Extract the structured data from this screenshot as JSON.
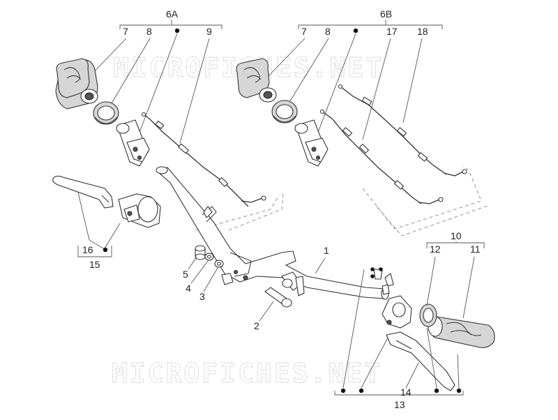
{
  "watermark": "MICROFICHES.NET",
  "colors": {
    "line": "#333333",
    "label": "#222222",
    "watermark": "#cfcfcf"
  },
  "callouts": {
    "group_6a": "6A",
    "group_6b": "6B",
    "group_10": "10",
    "group_13": "13",
    "group_15": "15",
    "p1": "1",
    "p2": "2",
    "p3": "3",
    "p4": "4",
    "p5": "5",
    "a7": "7",
    "a8": "8",
    "a9": "9",
    "b7": "7",
    "b8": "8",
    "b17": "17",
    "b18": "18",
    "p11": "11",
    "p12": "12",
    "p14": "14",
    "p16": "16"
  }
}
